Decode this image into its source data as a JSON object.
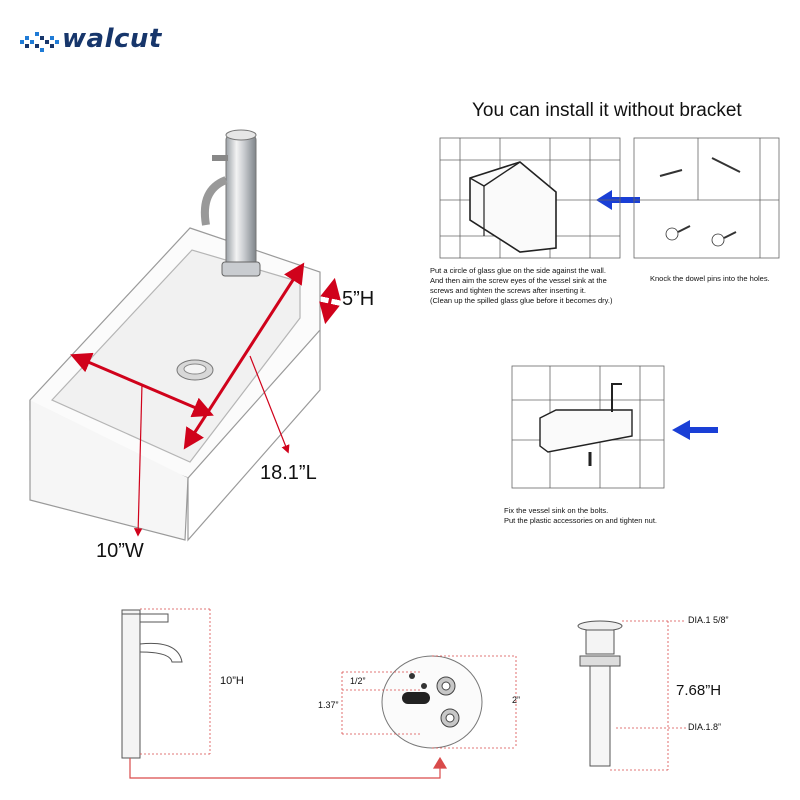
{
  "brand": {
    "name": "walcut",
    "color": "#17366b"
  },
  "headline": "You can install it without bracket",
  "sink_dimensions": {
    "height": "5”H",
    "length": "18.1”L",
    "width": "10”W"
  },
  "step_captions": {
    "glue": [
      "Put a circle of glass glue on the side against the wall.",
      "And then aim the screw eyes of the vessel sink at the",
      "screws and tighten the screws after inserting it.",
      "(Clean up the spilled glass glue before it becomes dry.)"
    ],
    "dowel": "Knock the dowel pins into the holes.",
    "fix": [
      "Fix the vessel sink on the bolts.",
      "Put the plastic accessories on and tighten nut."
    ]
  },
  "faucet": {
    "height": "10”H"
  },
  "hole_template": {
    "hole_offset": "1/2”",
    "spacing": "1.37”",
    "diameter": "2”"
  },
  "drain": {
    "top_dia": "DIA.1 5/8”",
    "length": "7.68”H",
    "bottom_dia": "DIA.1.8”"
  },
  "colors": {
    "arrow_red": "#d0021b",
    "arrow_blue": "#1a3fd6",
    "guide_red": "#d94b4b"
  }
}
